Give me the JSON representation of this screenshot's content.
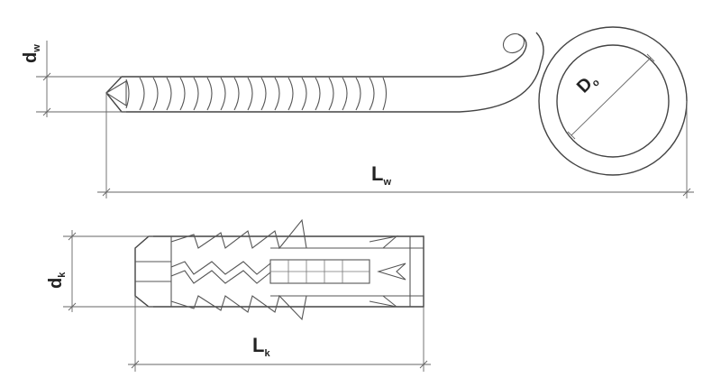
{
  "labels": {
    "dw": {
      "main": "d",
      "sub": "w"
    },
    "Do": {
      "main": "D",
      "sub": "o"
    },
    "Lw": {
      "main": "L",
      "sub": "w"
    },
    "dk": {
      "main": "d",
      "sub": "k"
    },
    "Lk": {
      "main": "L",
      "sub": "k"
    }
  }
}
